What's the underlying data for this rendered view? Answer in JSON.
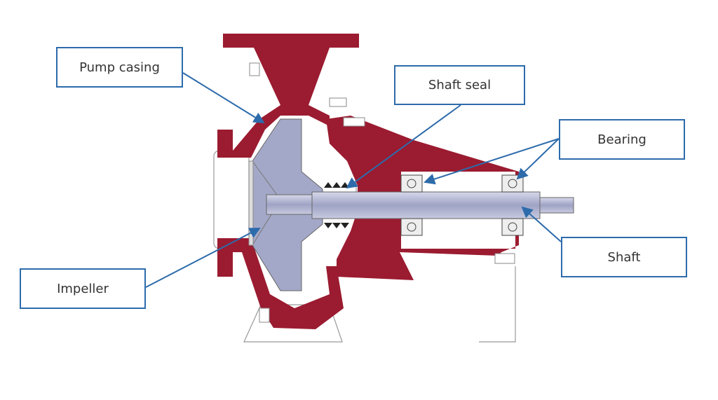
{
  "title": "Centrifugal pump cross-section",
  "labels": {
    "pump_casing": "Pump casing",
    "shaft_seal": "Shaft seal",
    "bearing": "Bearing",
    "shaft": "Shaft",
    "impeller": "Impeller"
  },
  "colors": {
    "casing": "#9b1b30",
    "impeller": "#a4a8c8",
    "shaft": "#b8bcd8",
    "callout": "#2d6bab"
  }
}
